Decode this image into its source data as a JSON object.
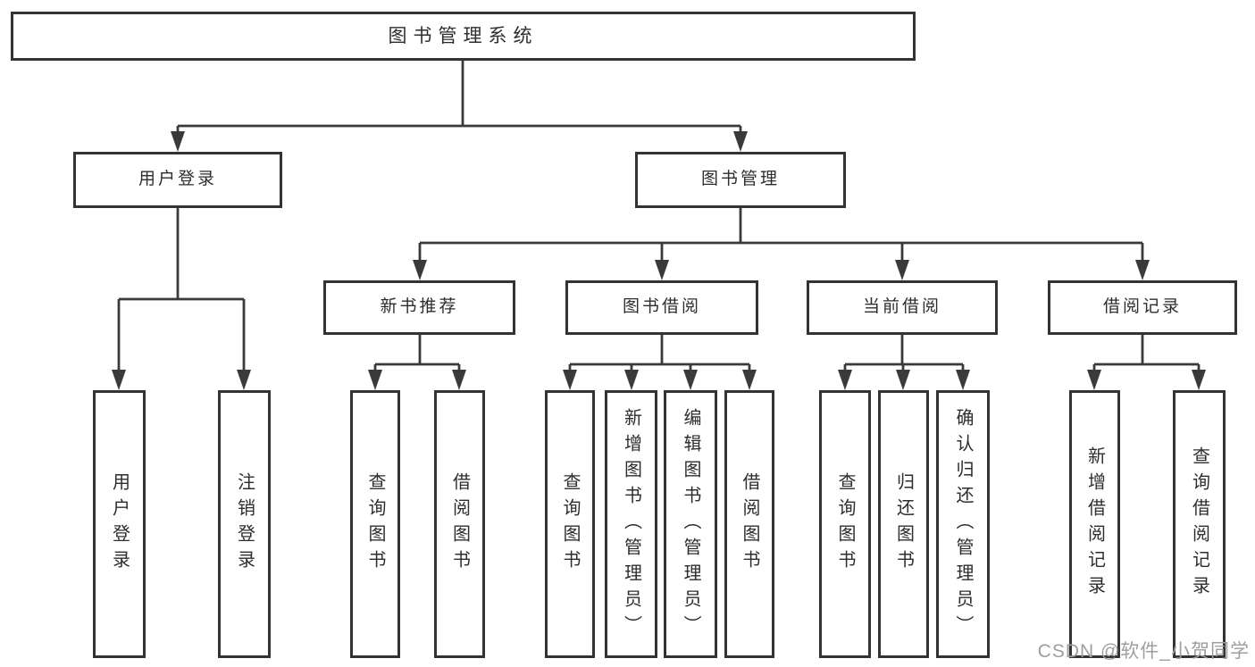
{
  "diagram": {
    "title": "图书管理系统",
    "root": {
      "label": "图书管理系统"
    },
    "level2": [
      {
        "label": "用户登录"
      },
      {
        "label": "图书管理"
      }
    ],
    "level3": [
      {
        "label": "新书推荐"
      },
      {
        "label": "图书借阅"
      },
      {
        "label": "当前借阅"
      },
      {
        "label": "借阅记录"
      }
    ],
    "leaves": {
      "user_login": [
        {
          "label": "用户登录"
        },
        {
          "label": "注销登录"
        }
      ],
      "new_book_recommend": [
        {
          "label": "查询图书"
        },
        {
          "label": "借阅图书"
        }
      ],
      "book_borrow": [
        {
          "label": "查询图书"
        },
        {
          "label": "新增图书（管理员）"
        },
        {
          "label": "编辑图书（管理员）"
        },
        {
          "label": "借阅图书"
        }
      ],
      "current_borrow": [
        {
          "label": "查询图书"
        },
        {
          "label": "归还图书"
        },
        {
          "label": "确认归还（管理员）"
        }
      ],
      "borrow_records": [
        {
          "label": "新增借阅记录"
        },
        {
          "label": "查询借阅记录"
        }
      ]
    },
    "watermark": "CSDN @软件_小贺同学",
    "colors": {
      "line": "#3a3a3a",
      "box_border": "#333333",
      "text": "#2d2d2d",
      "watermark": "#9e9e9e",
      "background": "#ffffff"
    }
  }
}
